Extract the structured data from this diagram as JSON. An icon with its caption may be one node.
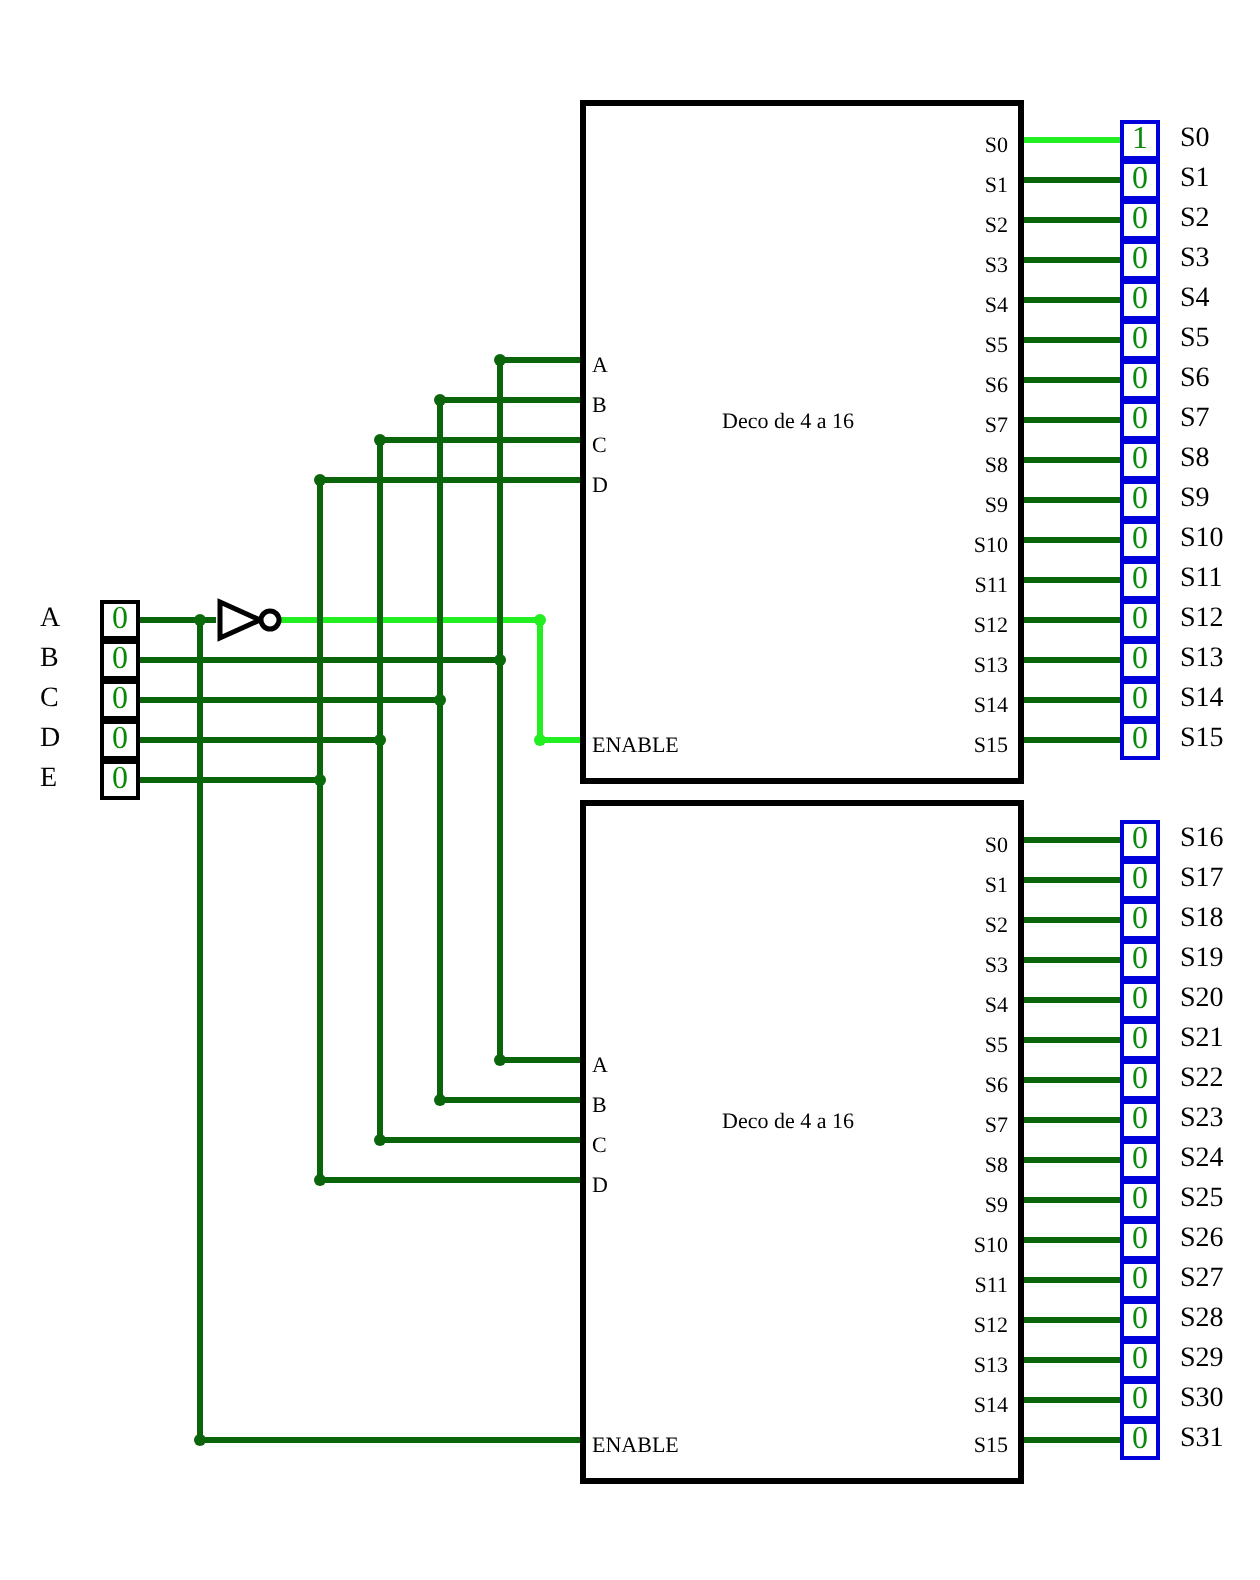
{
  "diagram": {
    "nodes": [
      {
        "text": [
          "0"
        ],
        "beside": [
          "A"
        ]
      },
      {
        "text": [
          "0"
        ],
        "beside": [
          "B"
        ]
      },
      {
        "text": [
          "0"
        ],
        "beside": [
          "C"
        ]
      },
      {
        "text": [
          "0"
        ],
        "beside": [
          "D"
        ]
      },
      {
        "text": [
          "0"
        ],
        "beside": [
          "E"
        ]
      },
      {
        "text": [],
        "shape": "triangle"
      },
      {
        "text": [
          "Deco de 4 a 16",
          "A",
          "B",
          "C",
          "D",
          "ENABLE",
          "S0",
          "S1",
          "S2",
          "S3",
          "S4",
          "S5",
          "S6",
          "S7",
          "S8",
          "S9",
          "S10",
          "S11",
          "S12",
          "S13",
          "S14",
          "S15"
        ]
      },
      {
        "text": [
          "Deco de 4 a 16",
          "A",
          "B",
          "C",
          "D",
          "ENABLE",
          "S0",
          "S1",
          "S2",
          "S3",
          "S4",
          "S5",
          "S6",
          "S7",
          "S8",
          "S9",
          "S10",
          "S11",
          "S12",
          "S13",
          "S14",
          "S15"
        ]
      },
      {
        "text": [
          "1"
        ],
        "beside": [
          "S0"
        ]
      },
      {
        "text": [
          "0"
        ],
        "beside": [
          "S1"
        ]
      },
      {
        "text": [
          "0"
        ],
        "beside": [
          "S2"
        ]
      },
      {
        "text": [
          "0"
        ],
        "beside": [
          "S3"
        ]
      },
      {
        "text": [
          "0"
        ],
        "beside": [
          "S4"
        ]
      },
      {
        "text": [
          "0"
        ],
        "beside": [
          "S5"
        ]
      },
      {
        "text": [
          "0"
        ],
        "beside": [
          "S6"
        ]
      },
      {
        "text": [
          "0"
        ],
        "beside": [
          "S7"
        ]
      },
      {
        "text": [
          "0"
        ],
        "beside": [
          "S8"
        ]
      },
      {
        "text": [
          "0"
        ],
        "beside": [
          "S9"
        ]
      },
      {
        "text": [
          "0"
        ],
        "beside": [
          "S10"
        ]
      },
      {
        "text": [
          "0"
        ],
        "beside": [
          "S11"
        ]
      },
      {
        "text": [
          "0"
        ],
        "beside": [
          "S12"
        ]
      },
      {
        "text": [
          "0"
        ],
        "beside": [
          "S13"
        ]
      },
      {
        "text": [
          "0"
        ],
        "beside": [
          "S14"
        ]
      },
      {
        "text": [
          "0"
        ],
        "beside": [
          "S15"
        ]
      },
      {
        "text": [
          "0"
        ],
        "beside": [
          "S16"
        ]
      },
      {
        "text": [
          "0"
        ],
        "beside": [
          "S17"
        ]
      },
      {
        "text": [
          "0"
        ],
        "beside": [
          "S18"
        ]
      },
      {
        "text": [
          "0"
        ],
        "beside": [
          "S19"
        ]
      },
      {
        "text": [
          "0"
        ],
        "beside": [
          "S20"
        ]
      },
      {
        "text": [
          "0"
        ],
        "beside": [
          "S21"
        ]
      },
      {
        "text": [
          "0"
        ],
        "beside": [
          "S22"
        ]
      },
      {
        "text": [
          "0"
        ],
        "beside": [
          "S23"
        ]
      },
      {
        "text": [
          "0"
        ],
        "beside": [
          "S24"
        ]
      },
      {
        "text": [
          "0"
        ],
        "beside": [
          "S25"
        ]
      },
      {
        "text": [
          "0"
        ],
        "beside": [
          "S26"
        ]
      },
      {
        "text": [
          "0"
        ],
        "beside": [
          "S27"
        ]
      },
      {
        "text": [
          "0"
        ],
        "beside": [
          "S28"
        ]
      },
      {
        "text": [
          "0"
        ],
        "beside": [
          "S29"
        ]
      },
      {
        "text": [
          "0"
        ],
        "beside": [
          "S30"
        ]
      },
      {
        "text": [
          "0"
        ],
        "beside": [
          "S31"
        ]
      }
    ],
    "edges": [
      {
        "from": 0,
        "to": 5,
        "arrow": "none"
      },
      {
        "from": 0,
        "to": 7,
        "arrow": "none"
      },
      {
        "from": 5,
        "to": 6,
        "arrow": "none",
        "color": "#22ee22"
      },
      {
        "from": 1,
        "to": 6,
        "arrow": "none"
      },
      {
        "from": 1,
        "to": 7,
        "arrow": "none"
      },
      {
        "from": 2,
        "to": 6,
        "arrow": "none"
      },
      {
        "from": 2,
        "to": 7,
        "arrow": "none"
      },
      {
        "from": 3,
        "to": 6,
        "arrow": "none"
      },
      {
        "from": 3,
        "to": 7,
        "arrow": "none"
      },
      {
        "from": 4,
        "to": 6,
        "arrow": "none"
      },
      {
        "from": 4,
        "to": 7,
        "arrow": "none"
      },
      {
        "from": 6,
        "to": 8,
        "arrow": "none",
        "color": "#22ee22"
      },
      {
        "from": 6,
        "to": 9,
        "arrow": "none"
      },
      {
        "from": 6,
        "to": 10,
        "arrow": "none"
      },
      {
        "from": 6,
        "to": 11,
        "arrow": "none"
      },
      {
        "from": 6,
        "to": 12,
        "arrow": "none"
      },
      {
        "from": 6,
        "to": 13,
        "arrow": "none"
      },
      {
        "from": 6,
        "to": 14,
        "arrow": "none"
      },
      {
        "from": 6,
        "to": 15,
        "arrow": "none"
      },
      {
        "from": 6,
        "to": 16,
        "arrow": "none"
      },
      {
        "from": 6,
        "to": 17,
        "arrow": "none"
      },
      {
        "from": 6,
        "to": 18,
        "arrow": "none"
      },
      {
        "from": 6,
        "to": 19,
        "arrow": "none"
      },
      {
        "from": 6,
        "to": 20,
        "arrow": "none"
      },
      {
        "from": 6,
        "to": 21,
        "arrow": "none"
      },
      {
        "from": 6,
        "to": 22,
        "arrow": "none"
      },
      {
        "from": 6,
        "to": 23,
        "arrow": "none"
      },
      {
        "from": 7,
        "to": 24,
        "arrow": "none"
      },
      {
        "from": 7,
        "to": 25,
        "arrow": "none"
      },
      {
        "from": 7,
        "to": 26,
        "arrow": "none"
      },
      {
        "from": 7,
        "to": 27,
        "arrow": "none"
      },
      {
        "from": 7,
        "to": 28,
        "arrow": "none"
      },
      {
        "from": 7,
        "to": 29,
        "arrow": "none"
      },
      {
        "from": 7,
        "to": 30,
        "arrow": "none"
      },
      {
        "from": 7,
        "to": 31,
        "arrow": "none"
      },
      {
        "from": 7,
        "to": 32,
        "arrow": "none"
      },
      {
        "from": 7,
        "to": 33,
        "arrow": "none"
      },
      {
        "from": 7,
        "to": 34,
        "arrow": "none"
      },
      {
        "from": 7,
        "to": 35,
        "arrow": "none"
      },
      {
        "from": 7,
        "to": 36,
        "arrow": "none"
      },
      {
        "from": 7,
        "to": 37,
        "arrow": "none"
      },
      {
        "from": 7,
        "to": 38,
        "arrow": "none"
      },
      {
        "from": 7,
        "to": 39,
        "arrow": "none"
      }
    ]
  }
}
